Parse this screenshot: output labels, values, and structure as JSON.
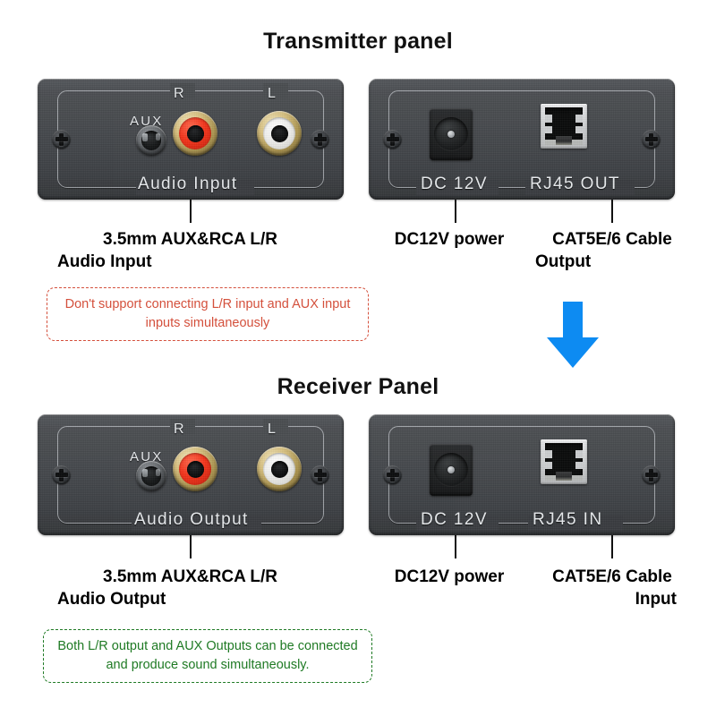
{
  "sections": {
    "transmitter": {
      "title": "Transmitter panel",
      "audio_panel": {
        "label_r": "R",
        "label_l": "L",
        "label_aux": "AUX",
        "label_center": "Audio Input",
        "jacks": {
          "aux": "aux-3.5mm-jack",
          "rca_right": "rca-jack-right-red",
          "rca_left": "rca-jack-left-white"
        }
      },
      "power_panel": {
        "label_dc": "DC 12V",
        "label_rj45": "RJ45 OUT",
        "jacks": {
          "dc": "dc-barrel-jack",
          "rj45": "rj45-ethernet-port"
        }
      },
      "captions": {
        "audio": "3.5mm AUX&RCA L/R\nAudio Input",
        "audio_line1": "3.5mm AUX&RCA L/R",
        "audio_line2": "Audio Input",
        "power": "DC12V power",
        "cable_line1": "CAT5E/6 Cable",
        "cable_line2": "Output"
      },
      "note": "Don't support connecting L/R input and AUX input inputs simultaneously"
    },
    "receiver": {
      "title": "Receiver Panel",
      "audio_panel": {
        "label_r": "R",
        "label_l": "L",
        "label_aux": "AUX",
        "label_center": "Audio Output",
        "jacks": {
          "aux": "aux-3.5mm-jack",
          "rca_right": "rca-jack-right-red",
          "rca_left": "rca-jack-left-white"
        }
      },
      "power_panel": {
        "label_dc": "DC 12V",
        "label_rj45": "RJ45 IN",
        "jacks": {
          "dc": "dc-barrel-jack",
          "rj45": "rj45-ethernet-port"
        }
      },
      "captions": {
        "audio_line1": "3.5mm AUX&RCA L/R",
        "audio_line2": "Audio Output",
        "power": "DC12V power",
        "cable_line1": "CAT5E/6 Cable",
        "cable_line2": "Input"
      },
      "note": "Both L/R output and AUX Outputs can be connected and produce sound simultaneously."
    }
  },
  "flow_arrow": {
    "icon": "down-arrow-icon",
    "direction": "down",
    "color": "#0d8bf2"
  },
  "colors": {
    "background": "#ffffff",
    "panel_body": "#45484c",
    "engrave_text": "#e9ecef",
    "rca_red": "#f5341b",
    "rca_white": "#f1f1ef",
    "rca_gold": "#d9c282",
    "rj45_shield": "#d2d4d6",
    "caption_text": "#000000",
    "warn_text": "#d4503c",
    "ok_text": "#1f7a24",
    "arrow_blue": "#0d8bf2"
  }
}
